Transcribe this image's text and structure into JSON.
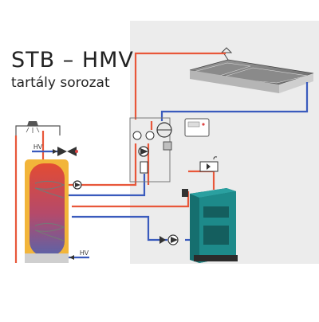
{
  "title": {
    "main": "STB – HMV",
    "subtitle": "tartály sorozat"
  },
  "labels": {
    "hv_top": "HV",
    "hv_bottom": "HV"
  },
  "colors": {
    "background_panel": "#eeeeee",
    "hot_line": "#e8573a",
    "cold_line": "#3a5bbd",
    "boiler_body": "#1d8a8a",
    "tank_inner": "#e0452b",
    "tank_frame": "#f2b53a",
    "solar_panel": "#7e7e7e"
  },
  "icons": [
    "solar-collector-icon",
    "storage-tank-icon",
    "boiler-icon",
    "pump-icon",
    "shower-icon",
    "controller-icon",
    "expansion-vessel-icon",
    "safety-valve-icon"
  ]
}
